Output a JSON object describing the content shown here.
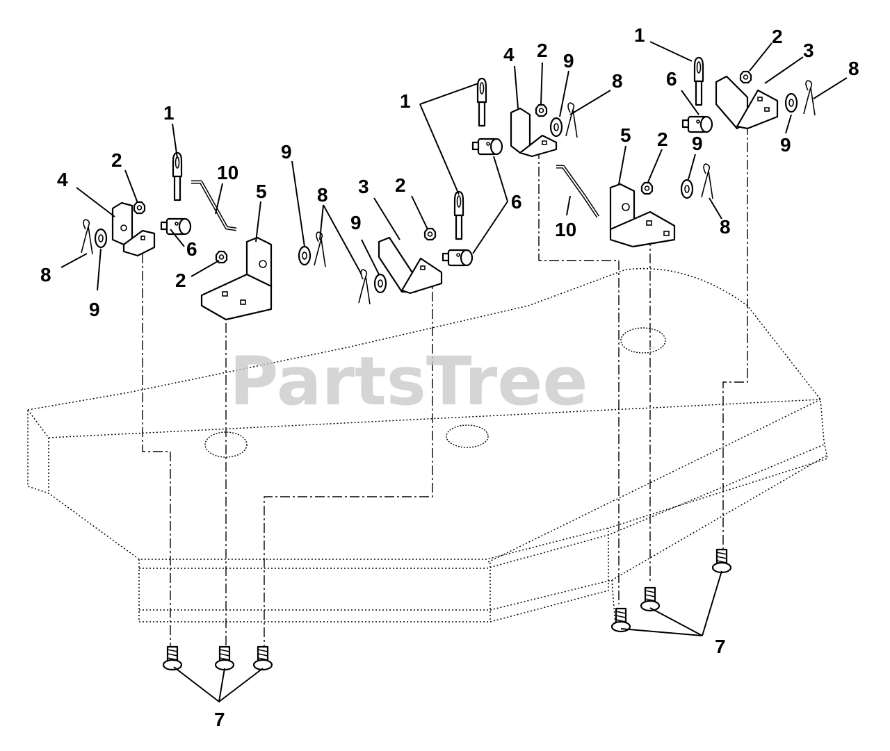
{
  "watermark": {
    "text": "PartsTree",
    "trademark": "™"
  },
  "callouts": [
    {
      "id": "l-1",
      "text": "1"
    },
    {
      "id": "l-2a",
      "text": "2"
    },
    {
      "id": "l-2b",
      "text": "2"
    },
    {
      "id": "l-4",
      "text": "4"
    },
    {
      "id": "l-8",
      "text": "8"
    },
    {
      "id": "l-9",
      "text": "9"
    },
    {
      "id": "l-6",
      "text": "6"
    },
    {
      "id": "l-10",
      "text": "10"
    },
    {
      "id": "l-5",
      "text": "5"
    },
    {
      "id": "l-9b",
      "text": "9"
    },
    {
      "id": "l-8b",
      "text": "8"
    },
    {
      "id": "l-9c",
      "text": "9"
    },
    {
      "id": "l-3",
      "text": "3"
    },
    {
      "id": "l-2c",
      "text": "2"
    },
    {
      "id": "m-1",
      "text": "1"
    },
    {
      "id": "m-6",
      "text": "6"
    },
    {
      "id": "m-4",
      "text": "4"
    },
    {
      "id": "m-2",
      "text": "2"
    },
    {
      "id": "m-9",
      "text": "9"
    },
    {
      "id": "m-8",
      "text": "8"
    },
    {
      "id": "r-5",
      "text": "5"
    },
    {
      "id": "r-2",
      "text": "2"
    },
    {
      "id": "r-9",
      "text": "9"
    },
    {
      "id": "r-10",
      "text": "10"
    },
    {
      "id": "r-8",
      "text": "8"
    },
    {
      "id": "r-1",
      "text": "1"
    },
    {
      "id": "r-2b",
      "text": "2"
    },
    {
      "id": "r-3",
      "text": "3"
    },
    {
      "id": "r-8b",
      "text": "8"
    },
    {
      "id": "r-6",
      "text": "6"
    },
    {
      "id": "r-9b",
      "text": "9"
    },
    {
      "id": "b-7l",
      "text": "7"
    },
    {
      "id": "b-7r",
      "text": "7"
    }
  ]
}
